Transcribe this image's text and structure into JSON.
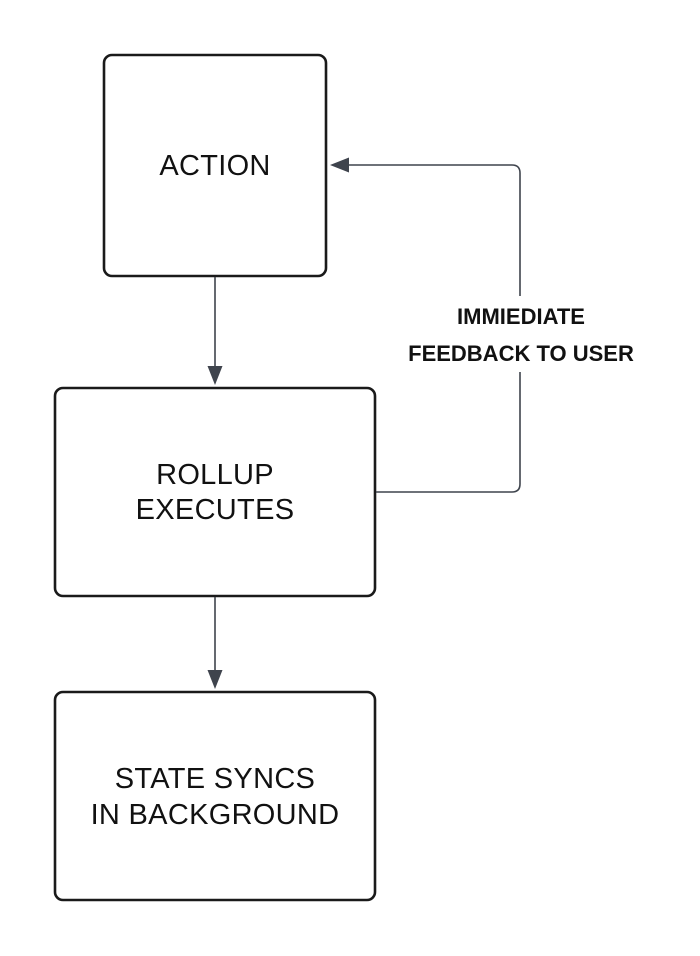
{
  "nodes": {
    "action": {
      "lines": [
        "ACTION"
      ]
    },
    "rollup": {
      "lines": [
        "ROLLUP",
        "EXECUTES"
      ]
    },
    "state_sync": {
      "lines": [
        "STATE SYNCS",
        "IN BACKGROUND"
      ]
    }
  },
  "edges": {
    "feedback": {
      "lines": [
        "IMMIEDIATE",
        "FEEDBACK TO USER"
      ]
    }
  },
  "colors": {
    "box_stroke": "#1a1a1a",
    "arrow": "#3f444d",
    "text": "#111111",
    "background": "#ffffff"
  }
}
